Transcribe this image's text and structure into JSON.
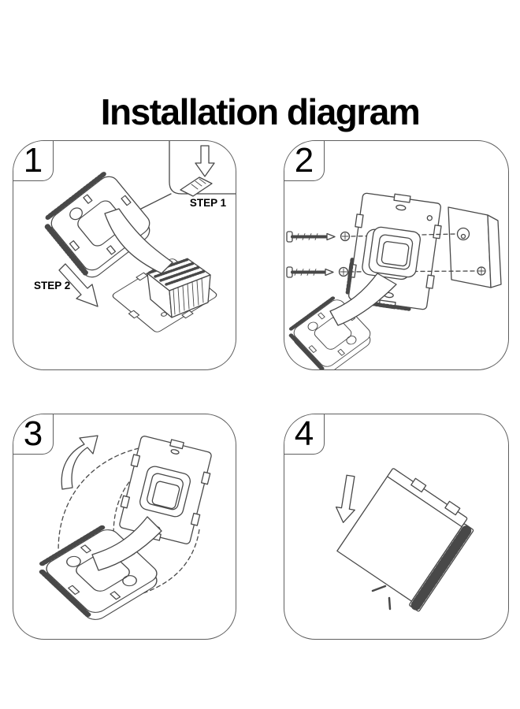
{
  "title": "Installation diagram",
  "colors": {
    "background": "#ffffff",
    "line": "#484848",
    "panel_border": "#5f5f5f",
    "text": "#000000"
  },
  "icons": {
    "press_down_arrow": "↓",
    "slide_out_arrow": "↘",
    "rotate_up_arrow": "⟲",
    "mount_down_arrow": "↓"
  },
  "panels": [
    {
      "number": "1",
      "annotations": {
        "step1": "STEP 1",
        "step2": "STEP 2"
      }
    },
    {
      "number": "2",
      "annotations": {}
    },
    {
      "number": "3",
      "annotations": {}
    },
    {
      "number": "4",
      "annotations": {}
    }
  ]
}
